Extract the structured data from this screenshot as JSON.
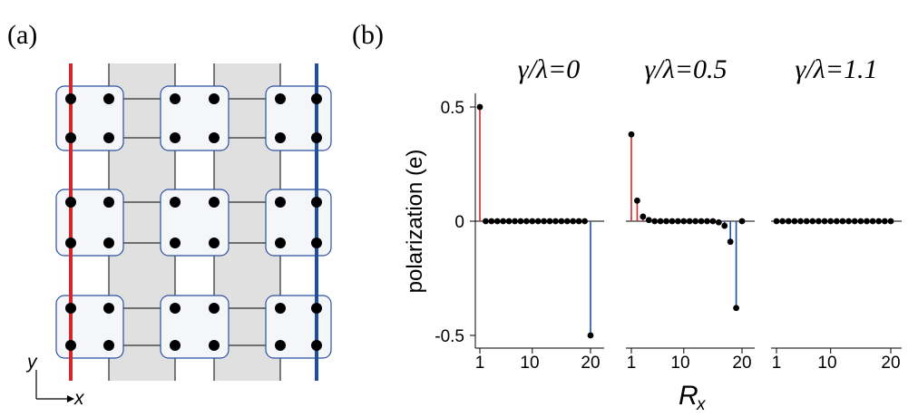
{
  "panel_a": {
    "label": "(a)",
    "axis_y": "y",
    "axis_x": "x",
    "lattice": {
      "block_cols": 3,
      "block_rows": 3,
      "sites_per_block_side": 2
    },
    "colors": {
      "left_edge": "#d62728",
      "right_edge": "#1f4e9c",
      "block_border": "#2b4fa0",
      "block_fill": "#f4f6fa",
      "stripe": "#e0e0e0"
    }
  },
  "panel_b": {
    "label": "(b)",
    "ylabel": "polarization (e)",
    "xlabel_main": "R",
    "xlabel_sub": "x",
    "yticks": [
      "0.5",
      "0",
      "-0.5"
    ],
    "xticks": [
      "1",
      "10",
      "20"
    ]
  },
  "chart_data": [
    {
      "type": "scatter",
      "title": "γ/λ=0",
      "x": [
        1,
        2,
        3,
        4,
        5,
        6,
        7,
        8,
        9,
        10,
        11,
        12,
        13,
        14,
        15,
        16,
        17,
        18,
        19,
        20
      ],
      "values": [
        0.5,
        0,
        0,
        0,
        0,
        0,
        0,
        0,
        0,
        0,
        0,
        0,
        0,
        0,
        0,
        0,
        0,
        0,
        0,
        -0.5
      ],
      "xlim": [
        1,
        20
      ],
      "ylim": [
        -0.5,
        0.5
      ],
      "stem_colors": {
        "positive": "#d62728",
        "negative": "#1f4e9c"
      }
    },
    {
      "type": "scatter",
      "title": "γ/λ=0.5",
      "x": [
        1,
        2,
        3,
        4,
        5,
        6,
        7,
        8,
        9,
        10,
        11,
        12,
        13,
        14,
        15,
        16,
        17,
        18,
        19,
        20
      ],
      "values": [
        0.38,
        0.09,
        0.02,
        0.005,
        0,
        0,
        0,
        0,
        0,
        0,
        0,
        0,
        0,
        0,
        0,
        -0.005,
        -0.02,
        -0.09,
        -0.38,
        0
      ],
      "xlim": [
        1,
        20
      ],
      "ylim": [
        -0.5,
        0.5
      ],
      "stem_colors": {
        "positive": "#d62728",
        "negative": "#1f4e9c"
      }
    },
    {
      "type": "scatter",
      "title": "γ/λ=1.1",
      "x": [
        1,
        2,
        3,
        4,
        5,
        6,
        7,
        8,
        9,
        10,
        11,
        12,
        13,
        14,
        15,
        16,
        17,
        18,
        19,
        20
      ],
      "values": [
        0,
        0,
        0,
        0,
        0,
        0,
        0,
        0,
        0,
        0,
        0,
        0,
        0,
        0,
        0,
        0,
        0,
        0,
        0,
        0
      ],
      "xlim": [
        1,
        20
      ],
      "ylim": [
        -0.5,
        0.5
      ],
      "stem_colors": {
        "positive": "#d62728",
        "negative": "#1f4e9c"
      }
    }
  ]
}
